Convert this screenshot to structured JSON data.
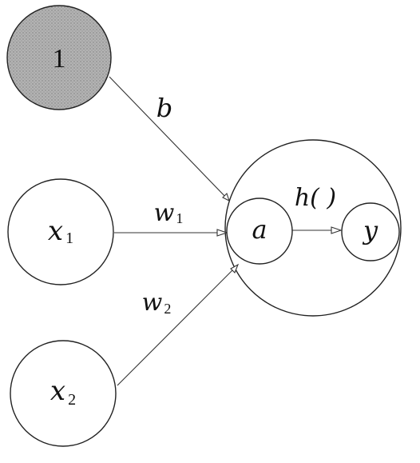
{
  "colors": {
    "bias_fill": "#a9a9a9",
    "stroke": "#222222",
    "background": "#ffffff"
  },
  "nodes": {
    "bias": {
      "text": "1"
    },
    "x1": {
      "var": "x",
      "sub": "1"
    },
    "x2": {
      "var": "x",
      "sub": "2"
    },
    "a": {
      "text": "a"
    },
    "y": {
      "text": "y"
    }
  },
  "edges": {
    "b": {
      "text": "b"
    },
    "w1": {
      "var": "w",
      "sub": "1"
    },
    "w2": {
      "var": "w",
      "sub": "2"
    },
    "h": {
      "text": "h( )"
    }
  }
}
